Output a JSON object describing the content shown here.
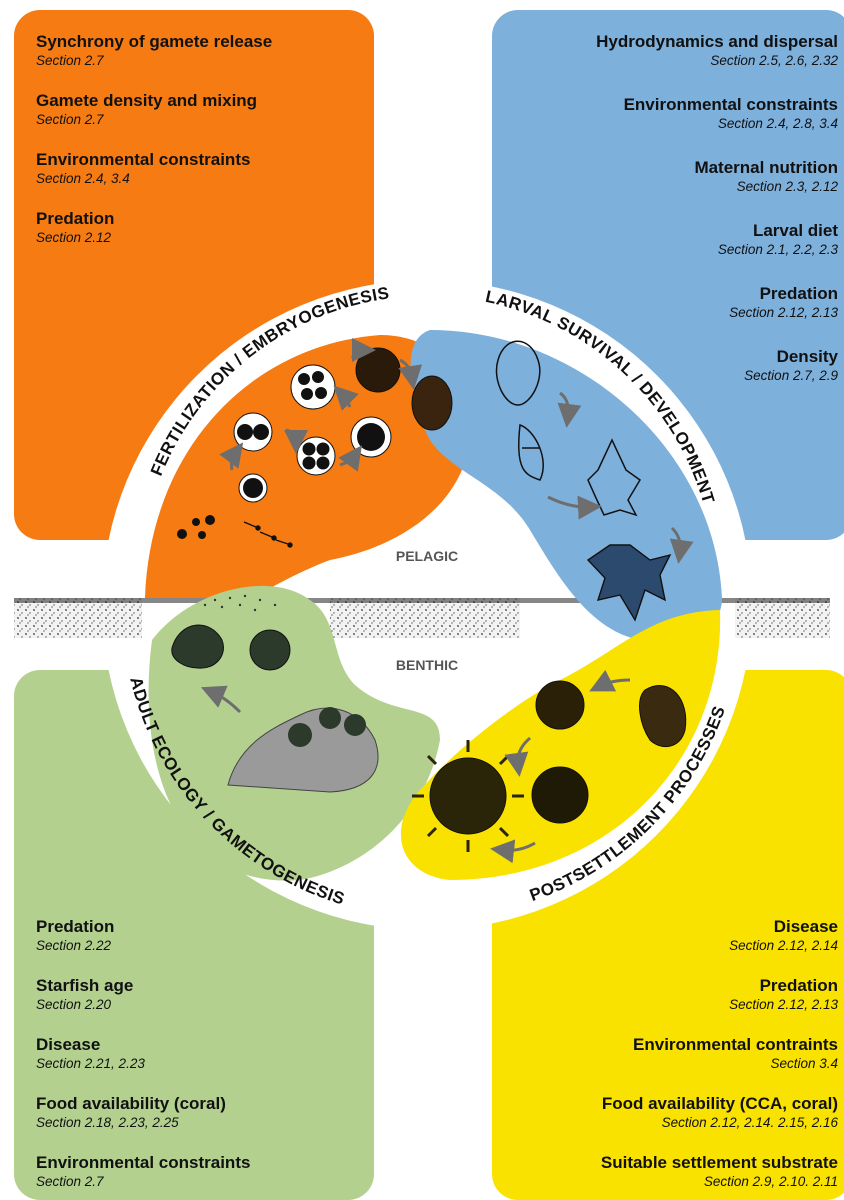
{
  "panels": {
    "top_left": {
      "color": "#f67b12",
      "items": [
        {
          "title": "Synchrony of gamete release",
          "section": "Section 2.7"
        },
        {
          "title": "Gamete density and mixing",
          "section": "Section 2.7"
        },
        {
          "title": "Environmental constraints",
          "section": "Section 2.4, 3.4"
        },
        {
          "title": "Predation",
          "section": "Section 2.12"
        }
      ]
    },
    "top_right": {
      "color": "#7eb0dc",
      "items": [
        {
          "title": "Hydrodynamics and dispersal",
          "section": "Section 2.5, 2.6, 2.32"
        },
        {
          "title": "Environmental constraints",
          "section": "Section 2.4, 2.8, 3.4"
        },
        {
          "title": "Maternal nutrition",
          "section": "Section 2.3, 2.12"
        },
        {
          "title": "Larval diet",
          "section": "Section 2.1, 2.2, 2.3"
        },
        {
          "title": "Predation",
          "section": "Section 2.12, 2.13"
        },
        {
          "title": "Density",
          "section": "Section 2.7, 2.9"
        }
      ]
    },
    "bottom_left": {
      "color": "#b3d08f",
      "items": [
        {
          "title": "Predation",
          "section": "Section 2.22"
        },
        {
          "title": "Starfish age",
          "section": "Section 2.20"
        },
        {
          "title": "Disease",
          "section": "Section 2.21, 2.23"
        },
        {
          "title": "Food availability (coral)",
          "section": "Section 2.18, 2.23, 2.25"
        },
        {
          "title": "Environmental constraints",
          "section": "Section 2.7"
        }
      ]
    },
    "bottom_right": {
      "color": "#f9e100",
      "items": [
        {
          "title": "Disease",
          "section": "Section 2.12, 2.14"
        },
        {
          "title": "Predation",
          "section": "Section 2.12, 2.13"
        },
        {
          "title": "Environmental contraints",
          "section": "Section 3.4"
        },
        {
          "title": "Food availability (CCA, coral)",
          "section": "Section 2.12, 2.14. 2.15, 2.16"
        },
        {
          "title": "Suitable settlement substrate",
          "section": "Section 2.9, 2.10. 2.11"
        }
      ]
    }
  },
  "ring_labels": {
    "fertilization": "FERTILIZATION / EMBRYOGENESIS",
    "larval": "LARVAL SURVIVAL / DEVELOPMENT",
    "postsettlement": "POSTSETTLEMENT PROCESSES",
    "adult": "ADULT ECOLOGY / GAMETOGENESIS"
  },
  "zones": {
    "pelagic": "PELAGIC",
    "benthic": "BENTHIC"
  },
  "colors": {
    "fertilization": "#f67b12",
    "larval": "#7eb0dc",
    "adult": "#b3d08f",
    "postsettlement": "#f9e100",
    "arrow": "#6e6e6e"
  }
}
